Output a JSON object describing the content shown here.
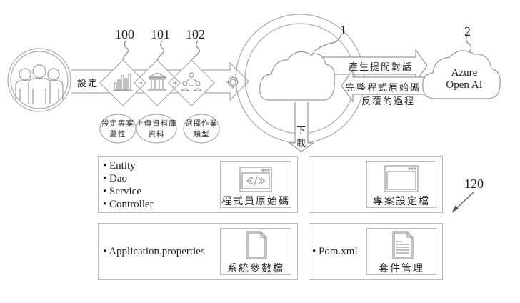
{
  "reference_numbers": {
    "ref_100": "100",
    "ref_101": "101",
    "ref_102": "102",
    "ref_1": "1",
    "ref_2": "2",
    "ref_120": "120"
  },
  "flow": {
    "users_icon": "users-group-icon",
    "setting_label": "設定",
    "steps": [
      {
        "icon": "bar-chart-icon",
        "caption_line1": "設定專案",
        "caption_line2": "屬性"
      },
      {
        "icon": "database-building-icon",
        "caption_line1": "上傳資料庫",
        "caption_line2": "資料"
      },
      {
        "icon": "workflow-people-icon",
        "caption_line1": "選擇作業",
        "caption_line2": "類型"
      }
    ],
    "gear_icon": "gear-icon"
  },
  "cloud": {
    "prompt_arrow_label": "產生提問對話",
    "return_arrow_label": "完整程式原始碼",
    "iteration_label": "反覆的過程",
    "download_label_1": "下",
    "download_label_2": "載",
    "azure_line1": "Azure",
    "azure_line2": "Open AI"
  },
  "outputs": [
    {
      "bullets": [
        "Entity",
        "Dao",
        "Service",
        "Controller"
      ],
      "icon": "code-window-icon",
      "caption": "程式員原始碼"
    },
    {
      "bullets": [],
      "icon": "browser-window-icon",
      "caption": "專案設定檔"
    },
    {
      "bullets": [
        "Application.properties"
      ],
      "icon": "blank-document-icon",
      "caption": "系統參數檔"
    },
    {
      "bullets": [
        "Pom.xml"
      ],
      "icon": "text-document-icon",
      "caption": "套件管理"
    }
  ]
}
